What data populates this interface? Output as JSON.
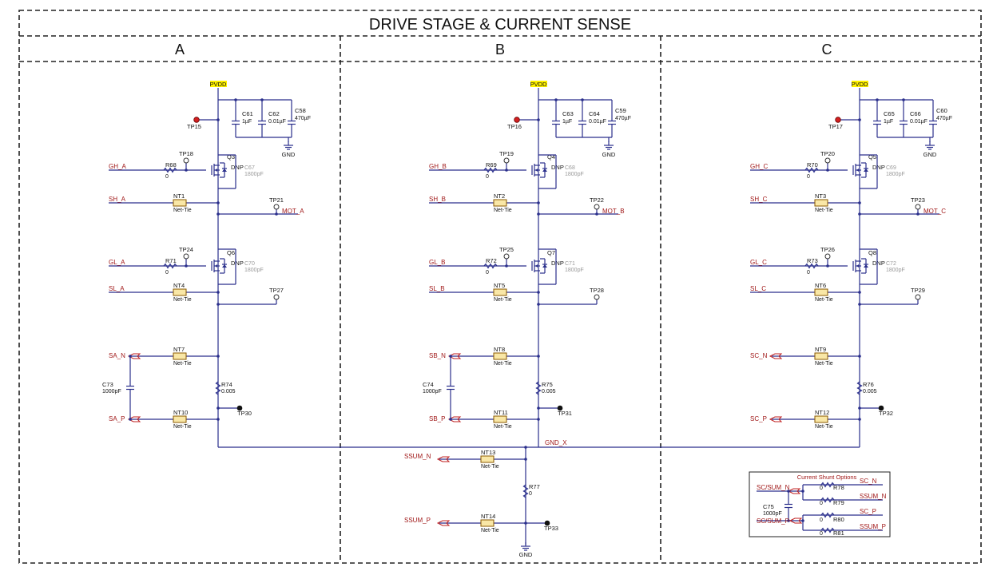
{
  "title": "DRIVE STAGE & CURRENT SENSE",
  "columns": [
    {
      "header": "A",
      "pvdd": "PVDD",
      "gnd": "GND",
      "tp_pvdd": "TP15",
      "caps": [
        {
          "ref": "C61",
          "val": "1µF"
        },
        {
          "ref": "C62",
          "val": "0.01µF"
        },
        {
          "ref": "C58",
          "val": "470µF"
        }
      ],
      "hs": {
        "fet": "Q3",
        "gate_net": "GH_A",
        "res": "R68",
        "res_val": "0",
        "tp": "TP18",
        "dnp": "DNP",
        "cap": "C67",
        "cap_val": "1800pF"
      },
      "sh": {
        "net": "SH_A",
        "nt": "NT1",
        "tie": "Net-Tie"
      },
      "mot": {
        "tp": "TP21",
        "net": "MOT_A"
      },
      "ls": {
        "fet": "Q6",
        "gate_net": "GL_A",
        "res": "R71",
        "res_val": "0",
        "tp": "TP24",
        "dnp": "DNP",
        "cap": "C70",
        "cap_val": "1800pF"
      },
      "sl": {
        "net": "SL_A",
        "nt": "NT4",
        "tie": "Net-Tie",
        "tp": "TP27"
      },
      "sn": {
        "net": "SA_N",
        "nt": "NT7",
        "tie": "Net-Tie"
      },
      "sp": {
        "net": "SA_P",
        "nt": "NT10",
        "tie": "Net-Tie"
      },
      "ccap": {
        "ref": "C73",
        "val": "1000pF"
      },
      "shunt": {
        "ref": "R74",
        "val": "0.005"
      },
      "tp_low": "TP30"
    },
    {
      "header": "B",
      "pvdd": "PVDD",
      "gnd": "GND",
      "tp_pvdd": "TP16",
      "caps": [
        {
          "ref": "C63",
          "val": "1µF"
        },
        {
          "ref": "C64",
          "val": "0.01µF"
        },
        {
          "ref": "C59",
          "val": "470µF"
        }
      ],
      "hs": {
        "fet": "Q4",
        "gate_net": "GH_B",
        "res": "R69",
        "res_val": "0",
        "tp": "TP19",
        "dnp": "DNP",
        "cap": "C68",
        "cap_val": "1800pF"
      },
      "sh": {
        "net": "SH_B",
        "nt": "NT2",
        "tie": "Net-Tie"
      },
      "mot": {
        "tp": "TP22",
        "net": "MOT_B"
      },
      "ls": {
        "fet": "Q7",
        "gate_net": "GL_B",
        "res": "R72",
        "res_val": "0",
        "tp": "TP25",
        "dnp": "DNP",
        "cap": "C71",
        "cap_val": "1800pF"
      },
      "sl": {
        "net": "SL_B",
        "nt": "NT5",
        "tie": "Net-Tie",
        "tp": "TP28"
      },
      "sn": {
        "net": "SB_N",
        "nt": "NT8",
        "tie": "Net-Tie"
      },
      "sp": {
        "net": "SB_P",
        "nt": "NT11",
        "tie": "Net-Tie"
      },
      "ccap": {
        "ref": "C74",
        "val": "1000pF"
      },
      "shunt": {
        "ref": "R75",
        "val": "0.005"
      },
      "tp_low": "TP31"
    },
    {
      "header": "C",
      "pvdd": "PVDD",
      "gnd": "GND",
      "tp_pvdd": "TP17",
      "caps": [
        {
          "ref": "C65",
          "val": "1µF"
        },
        {
          "ref": "C66",
          "val": "0.01µF"
        },
        {
          "ref": "C60",
          "val": "470µF"
        }
      ],
      "hs": {
        "fet": "Q5",
        "gate_net": "GH_C",
        "res": "R70",
        "res_val": "0",
        "tp": "TP20",
        "dnp": "DNP",
        "cap": "C69",
        "cap_val": "1800pF"
      },
      "sh": {
        "net": "SH_C",
        "nt": "NT3",
        "tie": "Net-Tie"
      },
      "mot": {
        "tp": "TP23",
        "net": "MOT_C"
      },
      "ls": {
        "fet": "Q8",
        "gate_net": "GL_C",
        "res": "R73",
        "res_val": "0",
        "tp": "TP26",
        "dnp": "DNP",
        "cap": "C72",
        "cap_val": "1800pF"
      },
      "sl": {
        "net": "SL_C",
        "nt": "NT6",
        "tie": "Net-Tie",
        "tp": "TP29"
      },
      "sn": {
        "net": "SC_N",
        "nt": "NT9",
        "tie": "Net-Tie"
      },
      "sp": {
        "net": "SC_P",
        "nt": "NT12",
        "tie": "Net-Tie"
      },
      "shunt": {
        "ref": "R76",
        "val": "0.005"
      },
      "tp_low": "TP32"
    }
  ],
  "gnd_x": "GND_X",
  "sum": {
    "n_net": "SSUM_N",
    "nt13": "NT13",
    "tie": "Net-Tie",
    "p_net": "SSUM_P",
    "nt14": "NT14",
    "res": "R77",
    "res_val": "0",
    "tp": "TP33",
    "gnd": "GND"
  },
  "options": {
    "title": "Current Shunt Options",
    "left_n": "SC/SUM_N",
    "left_p": "SC/SUM_P",
    "cap_ref": "C75",
    "cap_val": "1000pF",
    "r78": "R78",
    "r79": "R79",
    "r80": "R80",
    "r81": "R81",
    "zero": "0",
    "out1": "SC_N",
    "out2": "SSUM_N",
    "out3": "SC_P",
    "out4": "SSUM_P"
  }
}
